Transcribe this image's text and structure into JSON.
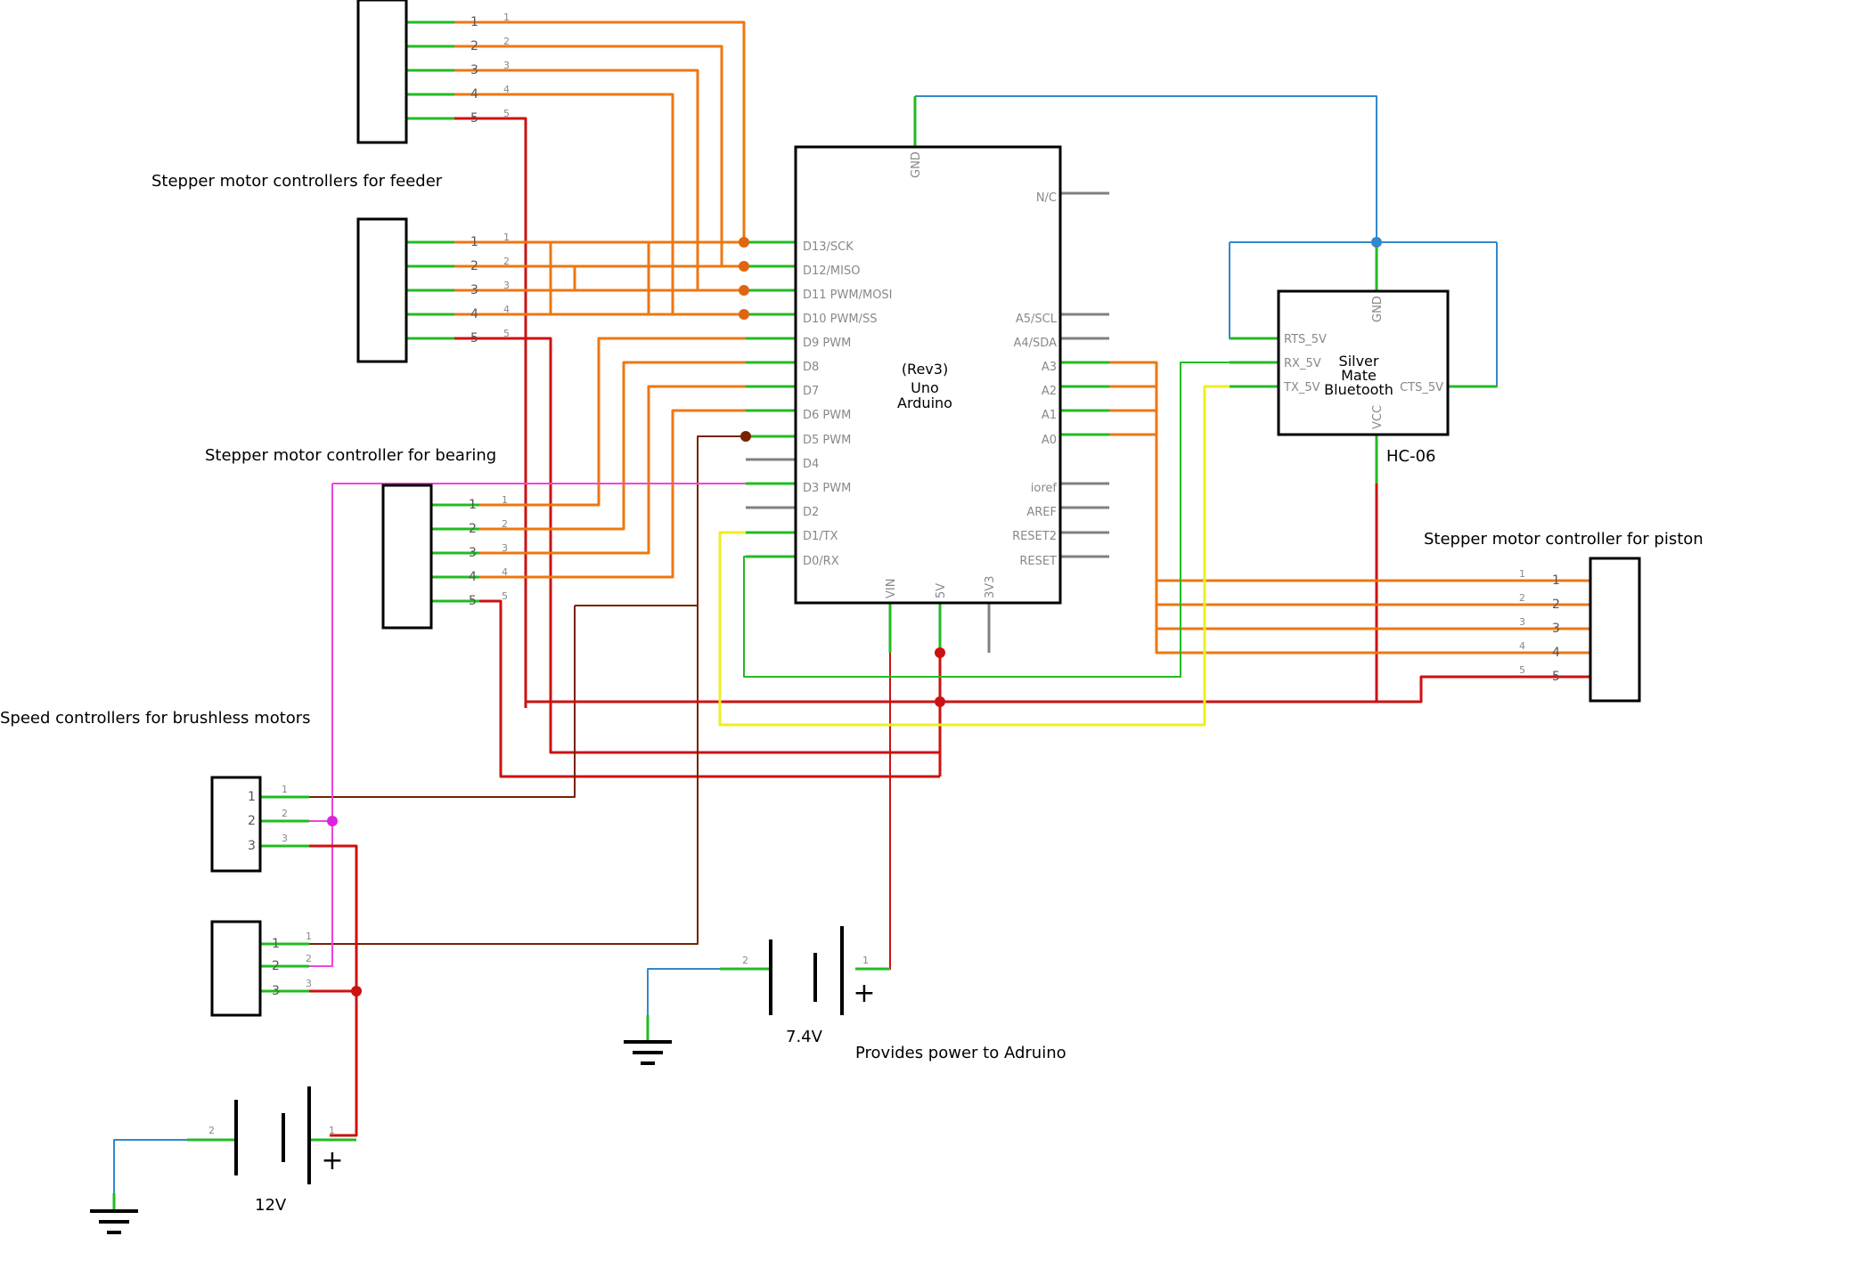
{
  "labels": {
    "feeder": "Stepper motor controllers for feeder",
    "bearing": "Stepper motor controller for bearing",
    "brushless": "Speed controllers for brushless motors",
    "piston": "Stepper motor controller for piston",
    "hc06": "HC-06",
    "battery_arduino": "7.4V",
    "battery_motors": "12V",
    "power_note": "Provides power to Adruino"
  },
  "arduino": {
    "rev": "(Rev3)",
    "model": "Uno",
    "brand": "Arduino",
    "left_pins": [
      "D13/SCK",
      "D12/MISO",
      "D11 PWM/MOSI",
      "D10 PWM/SS",
      "D9 PWM",
      "D8",
      "D7",
      "D6 PWM",
      "D5 PWM",
      "D4",
      "D3 PWM",
      "D2",
      "D1/TX",
      "D0/RX"
    ],
    "right_pins": [
      "N/C",
      "A5/SCL",
      "A4/SDA",
      "A3",
      "A2",
      "A1",
      "A0",
      "ioref",
      "AREF",
      "RESET2",
      "RESET"
    ],
    "top_pin": "GND",
    "bottom_pins": [
      "VIN",
      "5V",
      "3V3"
    ]
  },
  "bluetooth": {
    "name_lines": [
      "Silver",
      "Mate",
      "Bluetooth"
    ],
    "left_pins": [
      "RTS_5V",
      "RX_5V",
      "TX_5V"
    ],
    "right_pin": "CTS_5V",
    "top_pin": "GND",
    "bottom_pin": "VCC"
  },
  "connector_pins": {
    "five": [
      "1",
      "2",
      "3",
      "4",
      "5"
    ],
    "three": [
      "1",
      "2",
      "3"
    ],
    "battery": [
      "2",
      "1"
    ],
    "plus": "+"
  },
  "colors": {
    "orange": "#ee7711",
    "red": "#cc1111",
    "dark_red": "#772200",
    "green": "#22bb22",
    "blue": "#3388cc",
    "yellow": "#eeee22",
    "magenta": "#ee44dd",
    "grey": "#808080"
  }
}
